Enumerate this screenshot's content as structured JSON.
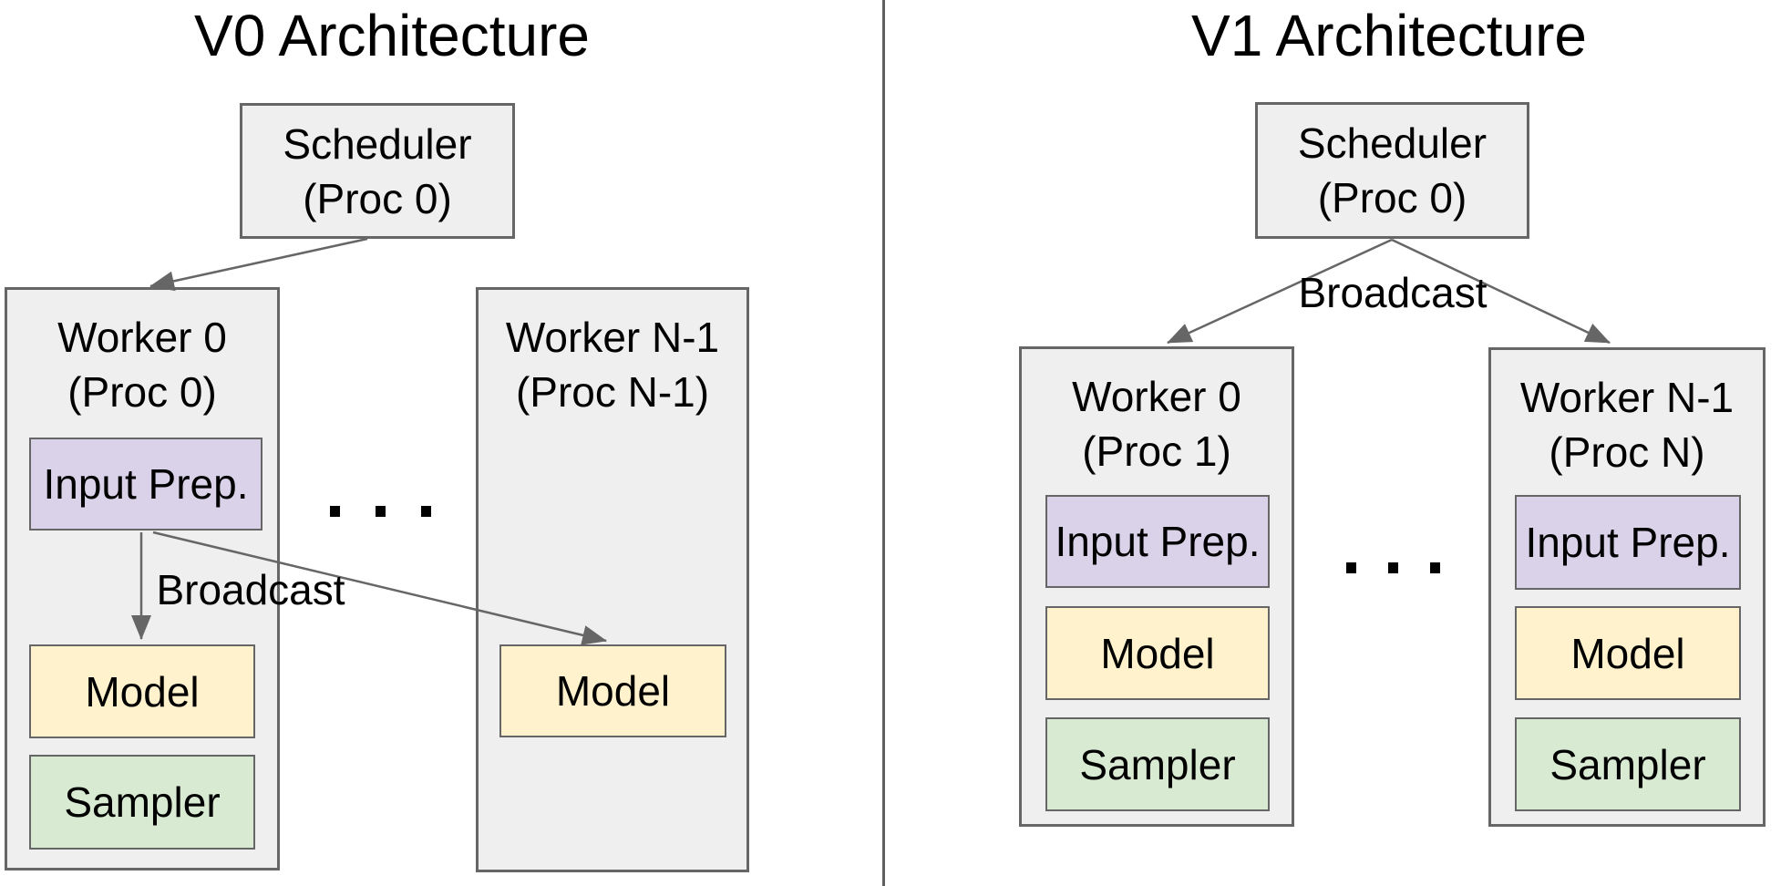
{
  "colors": {
    "box_gray": "#efefef",
    "box_purple": "#d9d2e9",
    "box_yellow": "#fff2cc",
    "box_green": "#d9ead3",
    "border_gray": "#666666",
    "arrow_gray": "#666666",
    "divider_gray": "#5f5f5f",
    "text_black": "#000000"
  },
  "v0": {
    "title": "V0 Architecture",
    "scheduler": {
      "line1": "Scheduler",
      "line2": "(Proc 0)"
    },
    "worker0": {
      "line1": "Worker 0",
      "line2": "(Proc 0)"
    },
    "worker_n1": {
      "line1": "Worker N-1",
      "line2": "(Proc N-1)"
    },
    "input_prep": "Input Prep.",
    "model": "Model",
    "sampler": "Sampler",
    "broadcast": "Broadcast",
    "dots": "..."
  },
  "v1": {
    "title": "V1 Architecture",
    "scheduler": {
      "line1": "Scheduler",
      "line2": "(Proc 0)"
    },
    "broadcast": "Broadcast",
    "worker0": {
      "line1": "Worker 0",
      "line2": "(Proc 1)"
    },
    "worker_n1": {
      "line1": "Worker N-1",
      "line2": "(Proc N)"
    },
    "input_prep": "Input Prep.",
    "model": "Model",
    "sampler": "Sampler",
    "dots": "..."
  }
}
